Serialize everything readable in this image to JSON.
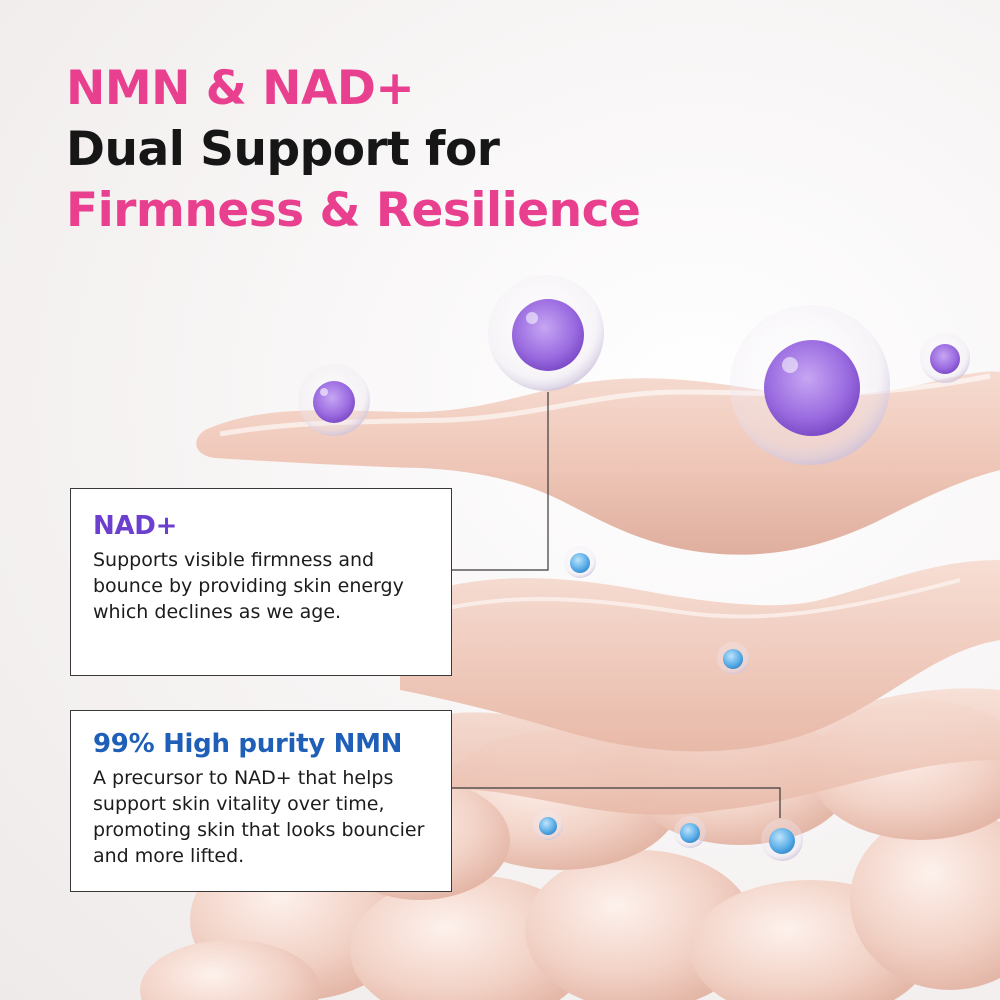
{
  "headline": {
    "line1": "NMN & NAD+",
    "line2": "Dual Support for",
    "line3": "Firmness & Resilience"
  },
  "colors": {
    "headline_pink": "#e8408f",
    "headline_dark": "#161616",
    "nad_title": "#6c3fcf",
    "nmn_title": "#1f5fb8",
    "purple_sphere": "#9b6ee0",
    "blue_sphere": "#5aaee8",
    "skin_layer": "#efc9bb"
  },
  "cards": {
    "nad": {
      "title": "NAD+",
      "text": "Supports visible firmness and bounce by providing skin energy which declines as we age."
    },
    "nmn": {
      "title": "99% High purity NMN",
      "text": "A precursor to NAD+ that helps support skin vitality over time, promoting skin that looks bouncier and more lifted."
    }
  }
}
